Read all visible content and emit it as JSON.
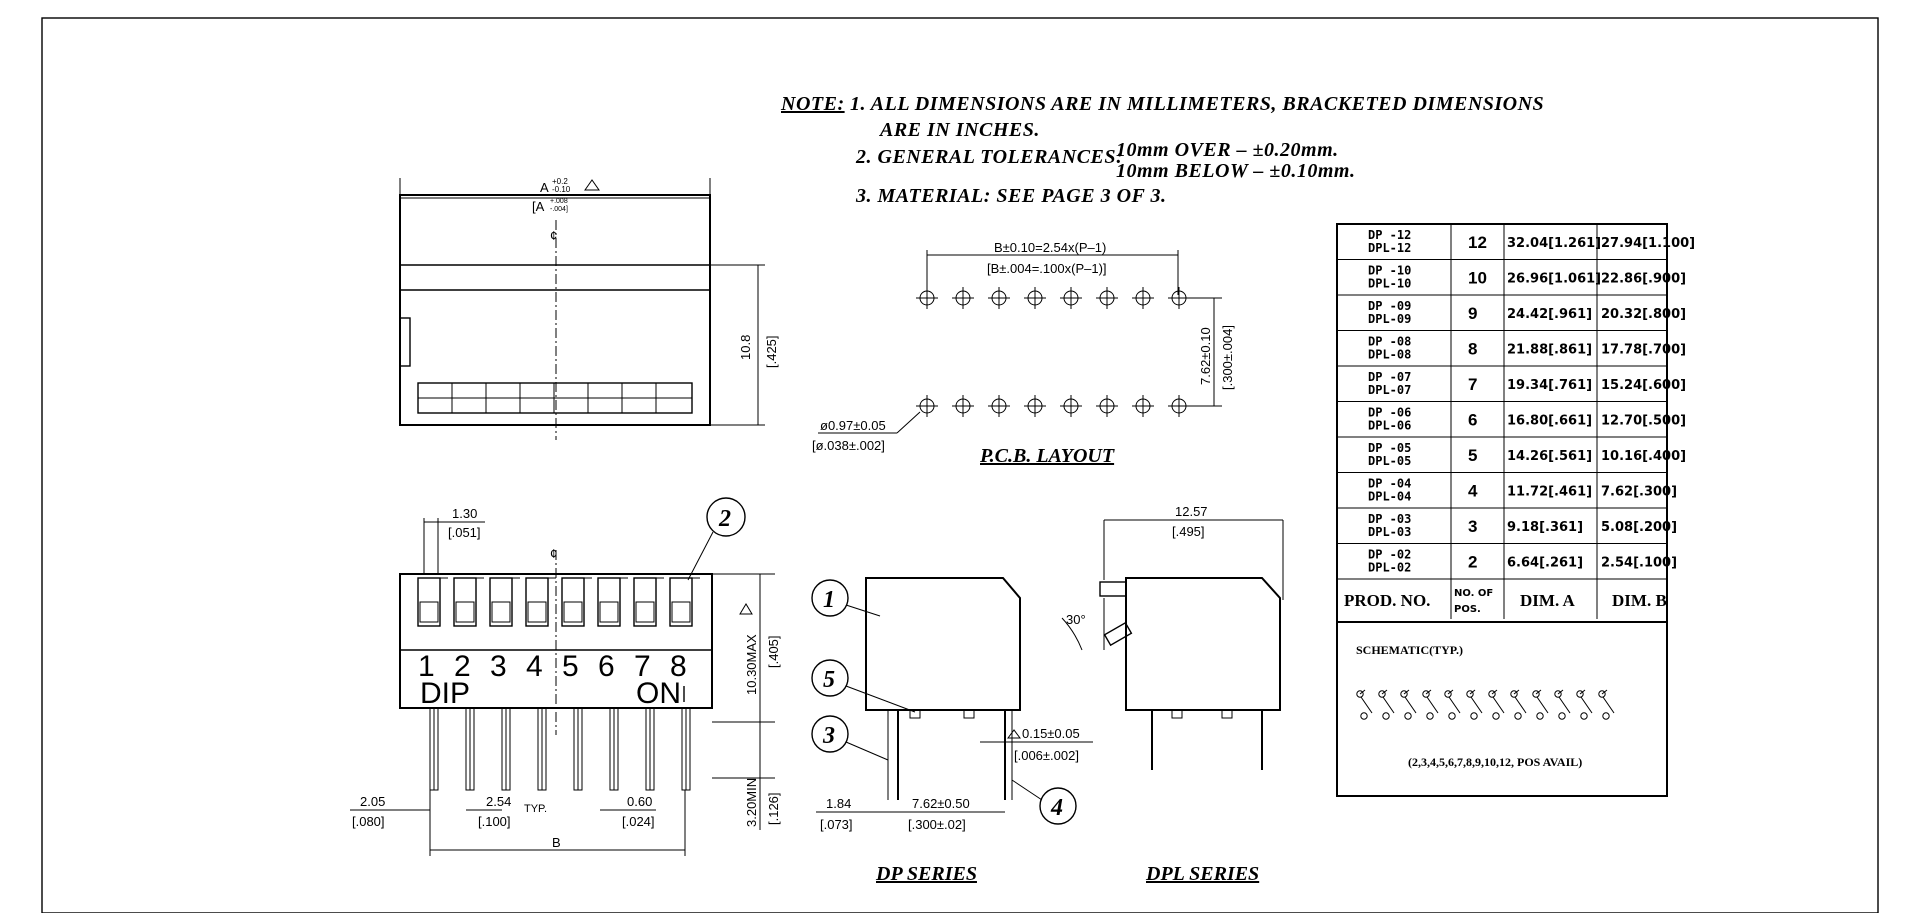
{
  "notes": {
    "label": "NOTE:",
    "line1": "1. ALL DIMENSIONS ARE IN MILLIMETERS, BRACKETED DIMENSIONS",
    "line1b": "ARE IN INCHES.",
    "line2": "2. GENERAL TOLERANCES:",
    "tol_over": "10mm  OVER  –  ±0.20mm.",
    "tol_below": "10mm  BELOW  –  ±0.10mm.",
    "line3": "3. MATERIAL:  SEE  PAGE  3  OF  3."
  },
  "top_view": {
    "dim_a": "A",
    "dim_a_tol_plus": "+0.2",
    "dim_a_tol_minus": "-0.10",
    "dim_a_in": "[A",
    "dim_a_in_tol_plus": "+.008",
    "dim_a_in_tol_minus": "-.004]",
    "cl": "¢",
    "height": "10.8",
    "height_in": "[.425]"
  },
  "pcb_layout": {
    "dim_b": "B±0.10=2.54x(P–1)",
    "dim_b_in": "[B±.004=.100x(P–1)]",
    "row_spacing": "7.62±0.10",
    "row_spacing_in": "[.300±.004]",
    "hole": "ø0.97±0.05",
    "hole_in": "[ø.038±.002]",
    "title": "P.C.B.  LAYOUT"
  },
  "front_view": {
    "pitch_1": "1.30",
    "pitch_1_in": "[.051]",
    "callout_2": "2",
    "cl": "¢",
    "numbers": [
      "1",
      "2",
      "3",
      "4",
      "5",
      "6",
      "7",
      "8"
    ],
    "dip_label": "DIP",
    "on_label": "ON",
    "height": "10.30MAX",
    "height_in": "[.405]",
    "pin_len": "3.20MIN",
    "pin_len_in": "[.126]",
    "edge": "2.05",
    "edge_in": "[.080]",
    "pitch": "2.54",
    "pitch_typ": "TYP.",
    "pitch_in": "[.100]",
    "pin_w": "0.60",
    "pin_w_in": "[.024]",
    "dim_b": "B"
  },
  "dp_series": {
    "callouts": [
      "1",
      "5",
      "3",
      "4"
    ],
    "thickness": "0.15±0.05",
    "thickness_in": "[.006±.002]",
    "offset": "1.84",
    "offset_in": "[.073]",
    "row": "7.62±0.50",
    "row_in": "[.300±.02]",
    "title": "DP  SERIES"
  },
  "dpl_series": {
    "width": "12.57",
    "width_in": "[.495]",
    "angle": "30°",
    "title": "DPL  SERIES"
  },
  "table": {
    "rows": [
      {
        "prod1": "DP  -12",
        "prod2": "DPL-12",
        "pos": "12",
        "a": "32.04[1.261]",
        "b": "27.94[1.100]"
      },
      {
        "prod1": "DP  -10",
        "prod2": "DPL-10",
        "pos": "10",
        "a": "26.96[1.061]",
        "b": "22.86[.900]"
      },
      {
        "prod1": "DP  -09",
        "prod2": "DPL-09",
        "pos": "9",
        "a": "24.42[.961]",
        "b": "20.32[.800]"
      },
      {
        "prod1": "DP  -08",
        "prod2": "DPL-08",
        "pos": "8",
        "a": "21.88[.861]",
        "b": "17.78[.700]"
      },
      {
        "prod1": "DP  -07",
        "prod2": "DPL-07",
        "pos": "7",
        "a": "19.34[.761]",
        "b": "15.24[.600]"
      },
      {
        "prod1": "DP  -06",
        "prod2": "DPL-06",
        "pos": "6",
        "a": "16.80[.661]",
        "b": "12.70[.500]"
      },
      {
        "prod1": "DP  -05",
        "prod2": "DPL-05",
        "pos": "5",
        "a": "14.26[.561]",
        "b": "10.16[.400]"
      },
      {
        "prod1": "DP  -04",
        "prod2": "DPL-04",
        "pos": "4",
        "a": "11.72[.461]",
        "b": "7.62[.300]"
      },
      {
        "prod1": "DP  -03",
        "prod2": "DPL-03",
        "pos": "3",
        "a": "9.18[.361]",
        "b": "5.08[.200]"
      },
      {
        "prod1": "DP  -02",
        "prod2": "DPL-02",
        "pos": "2",
        "a": "6.64[.261]",
        "b": "2.54[.100]"
      }
    ],
    "head_prod": "PROD.  NO.",
    "head_pos1": "NO. OF",
    "head_pos2": "POS.",
    "head_a": "DIM.  A",
    "head_b": "DIM.  B",
    "schematic_label": "SCHEMATIC(TYP.)",
    "schematic_avail": "(2,3,4,5,6,7,8,9,10,12,  POS  AVAIL)"
  }
}
